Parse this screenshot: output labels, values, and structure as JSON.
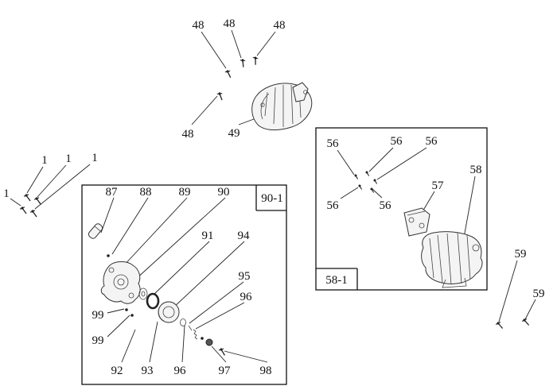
{
  "figure": {
    "background": "#ffffff",
    "line_color": "#222222",
    "boxes": {
      "box_90_1": {
        "label": "90-1"
      },
      "box_58_1": {
        "label": "58-1"
      }
    },
    "callouts": [
      {
        "id": "48-1",
        "label": "48"
      },
      {
        "id": "48-2",
        "label": "48"
      },
      {
        "id": "48-3",
        "label": "48"
      },
      {
        "id": "48-4",
        "label": "48"
      },
      {
        "id": "49-1",
        "label": "49"
      },
      {
        "id": "1-1",
        "label": "1"
      },
      {
        "id": "1-2",
        "label": "1"
      },
      {
        "id": "1-3",
        "label": "1"
      },
      {
        "id": "1-4",
        "label": "1"
      },
      {
        "id": "87-1",
        "label": "87"
      },
      {
        "id": "88-1",
        "label": "88"
      },
      {
        "id": "89-1",
        "label": "89"
      },
      {
        "id": "90-1",
        "label": "90"
      },
      {
        "id": "91-1",
        "label": "91"
      },
      {
        "id": "94-1",
        "label": "94"
      },
      {
        "id": "95-1",
        "label": "95"
      },
      {
        "id": "96-1",
        "label": "96"
      },
      {
        "id": "99-1",
        "label": "99"
      },
      {
        "id": "99-2",
        "label": "99"
      },
      {
        "id": "92-1",
        "label": "92"
      },
      {
        "id": "93-1",
        "label": "93"
      },
      {
        "id": "96-2",
        "label": "96"
      },
      {
        "id": "97-1",
        "label": "97"
      },
      {
        "id": "98-1",
        "label": "98"
      },
      {
        "id": "56-1",
        "label": "56"
      },
      {
        "id": "56-2",
        "label": "56"
      },
      {
        "id": "56-3",
        "label": "56"
      },
      {
        "id": "56-4",
        "label": "56"
      },
      {
        "id": "56-5",
        "label": "56"
      },
      {
        "id": "57-1",
        "label": "57"
      },
      {
        "id": "58-1",
        "label": "58"
      },
      {
        "id": "59-1",
        "label": "59"
      },
      {
        "id": "59-2",
        "label": "59"
      }
    ]
  }
}
